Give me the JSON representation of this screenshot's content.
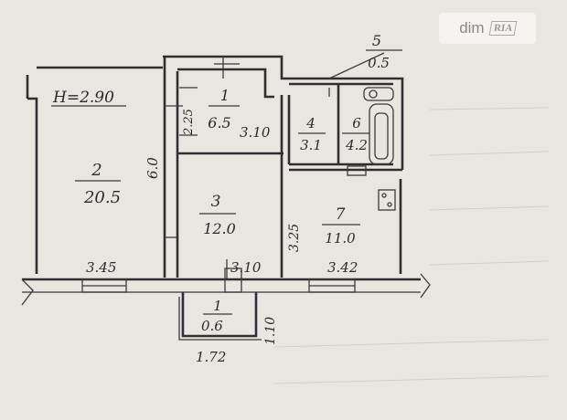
{
  "watermark": {
    "brand": "dim",
    "sub": "RIA"
  },
  "ceiling_height": "H=2.90",
  "rooms": [
    {
      "number": "1",
      "area": "6.5"
    },
    {
      "number": "2",
      "area": "20.5"
    },
    {
      "number": "3",
      "area": "12.0"
    },
    {
      "number": "4",
      "area": "3.1"
    },
    {
      "number": "6",
      "area": "4.2"
    },
    {
      "number": "7",
      "area": "11.0"
    },
    {
      "number": "5",
      "area": "0.5"
    },
    {
      "number": "1",
      "area": "0.6"
    }
  ],
  "dimensions": {
    "hall_height": "2.25",
    "hall_width": "3.10",
    "room2_height": "6.0",
    "room2_width": "3.45",
    "room3_width": "3.10",
    "room7_height": "3.25",
    "room7_width": "3.42",
    "balcony_width": "1.72",
    "balcony_depth": "1.10"
  }
}
